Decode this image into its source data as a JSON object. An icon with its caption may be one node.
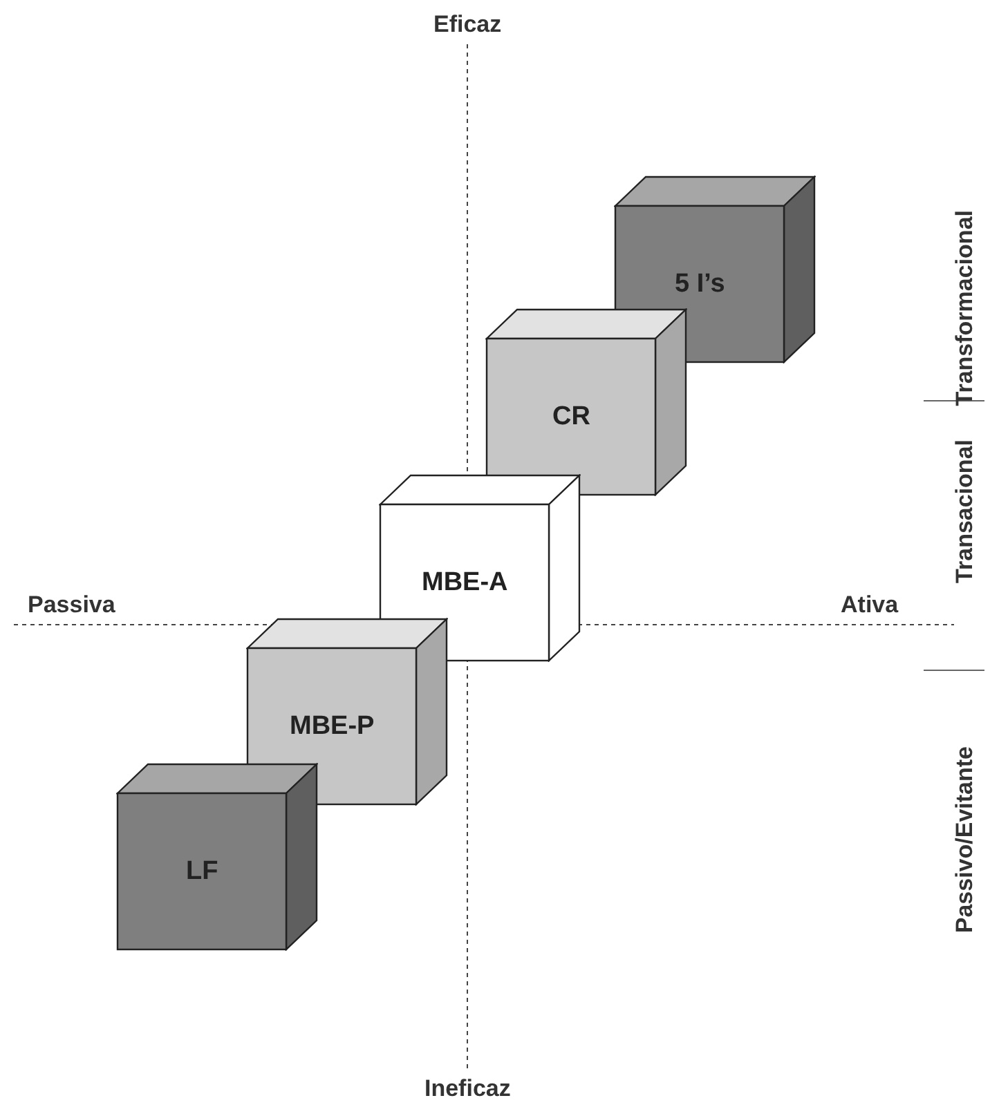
{
  "diagram": {
    "nodes": [
      {
        "text": [
          "5 I’s"
        ]
      },
      {
        "text": [
          "CR"
        ]
      },
      {
        "text": [
          "MBE-A"
        ]
      },
      {
        "text": [
          "MBE-P"
        ]
      },
      {
        "text": [
          "LF"
        ]
      }
    ],
    "labels": [
      "Eficaz",
      "Passiva",
      "Ativa",
      "Ineficaz",
      "Transformacional",
      "Transacional",
      "Passivo/Evitante"
    ]
  }
}
